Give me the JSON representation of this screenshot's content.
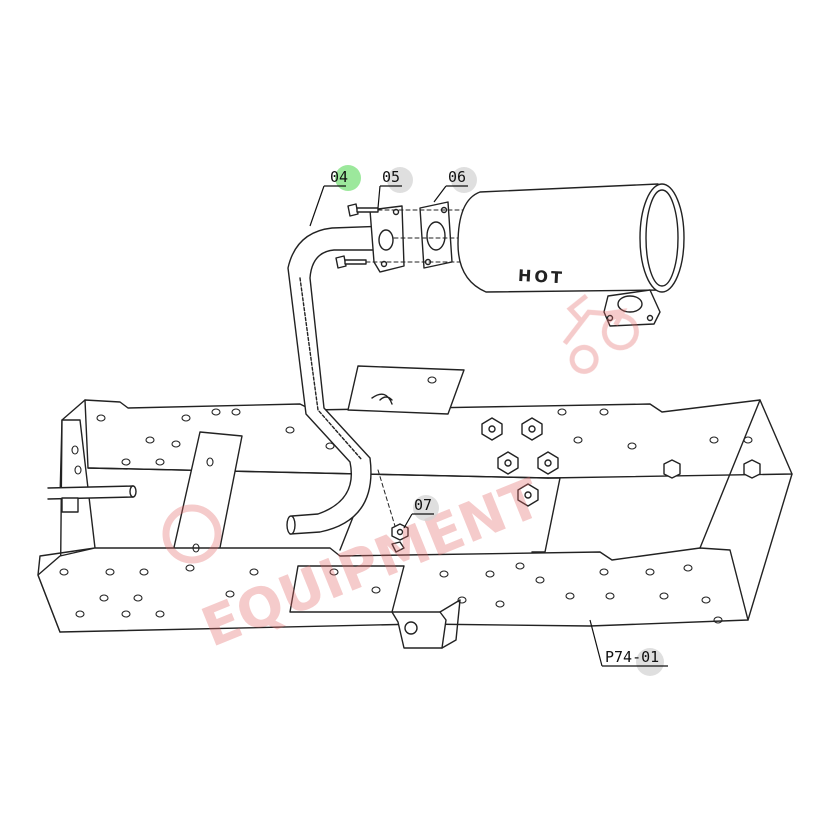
{
  "callouts": {
    "c04": "04",
    "c05": "05",
    "c06": "06",
    "c07": "07",
    "page_ref": "P74-01"
  },
  "labels": {
    "muffler_marking": "HOT"
  },
  "watermark": {
    "text": "EQUIPMENT",
    "color": "#e36b6b"
  },
  "colors": {
    "line": "#222222",
    "highlight_callout": "#7be07b",
    "callout_disc": "#d4d4d4"
  },
  "icons": [
    "tractor-logo-watermark"
  ]
}
